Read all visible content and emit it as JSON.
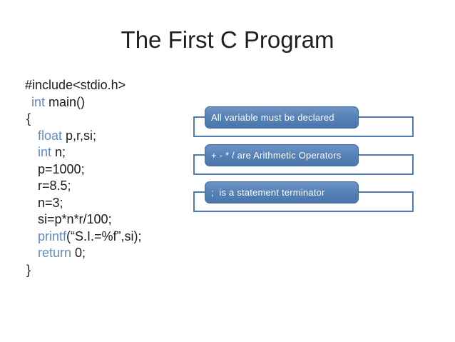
{
  "slide": {
    "title": "The First C Program"
  },
  "colors": {
    "title": "#1f1f1f",
    "code_text": "#1b1b1b",
    "code_keyword": "#5e8bc4",
    "bracket_border": "#4e7db5",
    "callout_fill_top": "#6c93c6",
    "callout_fill_mid": "#5380b6",
    "callout_fill_bottom": "#4b76ab",
    "callout_border": "#41689b",
    "callout_text": "#ffffff"
  },
  "code": {
    "lines": [
      {
        "indent": 0,
        "segments": [
          {
            "text": "#include<stdio.h>",
            "keyword": false
          }
        ]
      },
      {
        "indent": 9,
        "segments": [
          {
            "text": "int",
            "keyword": true
          },
          {
            "text": " main()",
            "keyword": false
          }
        ]
      },
      {
        "indent": 2,
        "segments": [
          {
            "text": "{",
            "keyword": false
          }
        ]
      },
      {
        "indent": 18,
        "segments": [
          {
            "text": "float",
            "keyword": true
          },
          {
            "text": " p,r,si;",
            "keyword": false
          }
        ]
      },
      {
        "indent": 18,
        "segments": [
          {
            "text": "int",
            "keyword": true
          },
          {
            "text": " n;",
            "keyword": false
          }
        ]
      },
      {
        "indent": 18,
        "segments": [
          {
            "text": "p=1000;",
            "keyword": false
          }
        ]
      },
      {
        "indent": 18,
        "segments": [
          {
            "text": "r=8.5;",
            "keyword": false
          }
        ]
      },
      {
        "indent": 18,
        "segments": [
          {
            "text": "n=3;",
            "keyword": false
          }
        ]
      },
      {
        "indent": 18,
        "segments": [
          {
            "text": "si=p*n*r/100;",
            "keyword": false
          }
        ]
      },
      {
        "indent": 18,
        "segments": [
          {
            "text": "printf",
            "keyword": true
          },
          {
            "text": "(“S.I.=%f”,si);",
            "keyword": false
          }
        ]
      },
      {
        "indent": 18,
        "segments": [
          {
            "text": "return",
            "keyword": true
          },
          {
            "text": " 0;",
            "keyword": false
          }
        ]
      },
      {
        "indent": 2,
        "segments": [
          {
            "text": "}",
            "keyword": false
          }
        ]
      }
    ]
  },
  "callouts": {
    "items": [
      {
        "label": "All variable must be declared"
      },
      {
        "label": "+ - * / are Arithmetic Operators"
      },
      {
        "label": ";  is a statement terminator"
      }
    ]
  }
}
